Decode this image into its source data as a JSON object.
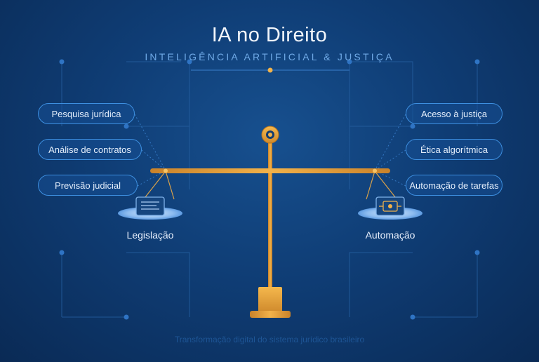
{
  "header": {
    "title": "IA no Direito",
    "subtitle": "INTELIGÊNCIA ARTIFICIAL & JUSTIÇA"
  },
  "left_topics": [
    {
      "label": "Pesquisa jurídica"
    },
    {
      "label": "Análise de contratos"
    },
    {
      "label": "Previsão judicial"
    }
  ],
  "right_topics": [
    {
      "label": "Acesso à justiça"
    },
    {
      "label": "Ética algorítmica"
    },
    {
      "label": "Automação de tarefas"
    }
  ],
  "scale": {
    "left_pan_label": "Legislação",
    "right_pan_label": "Automação",
    "left_pan_icon": "document-icon",
    "right_pan_icon": "chip-icon"
  },
  "footer": {
    "caption": "Transformação digital do sistema jurídico brasileiro"
  },
  "colors": {
    "background": "#0f3d75",
    "accent_gold": "#e8a63a",
    "pill_border": "#3d8fe0",
    "circuit_line": "#2a6bb8"
  }
}
